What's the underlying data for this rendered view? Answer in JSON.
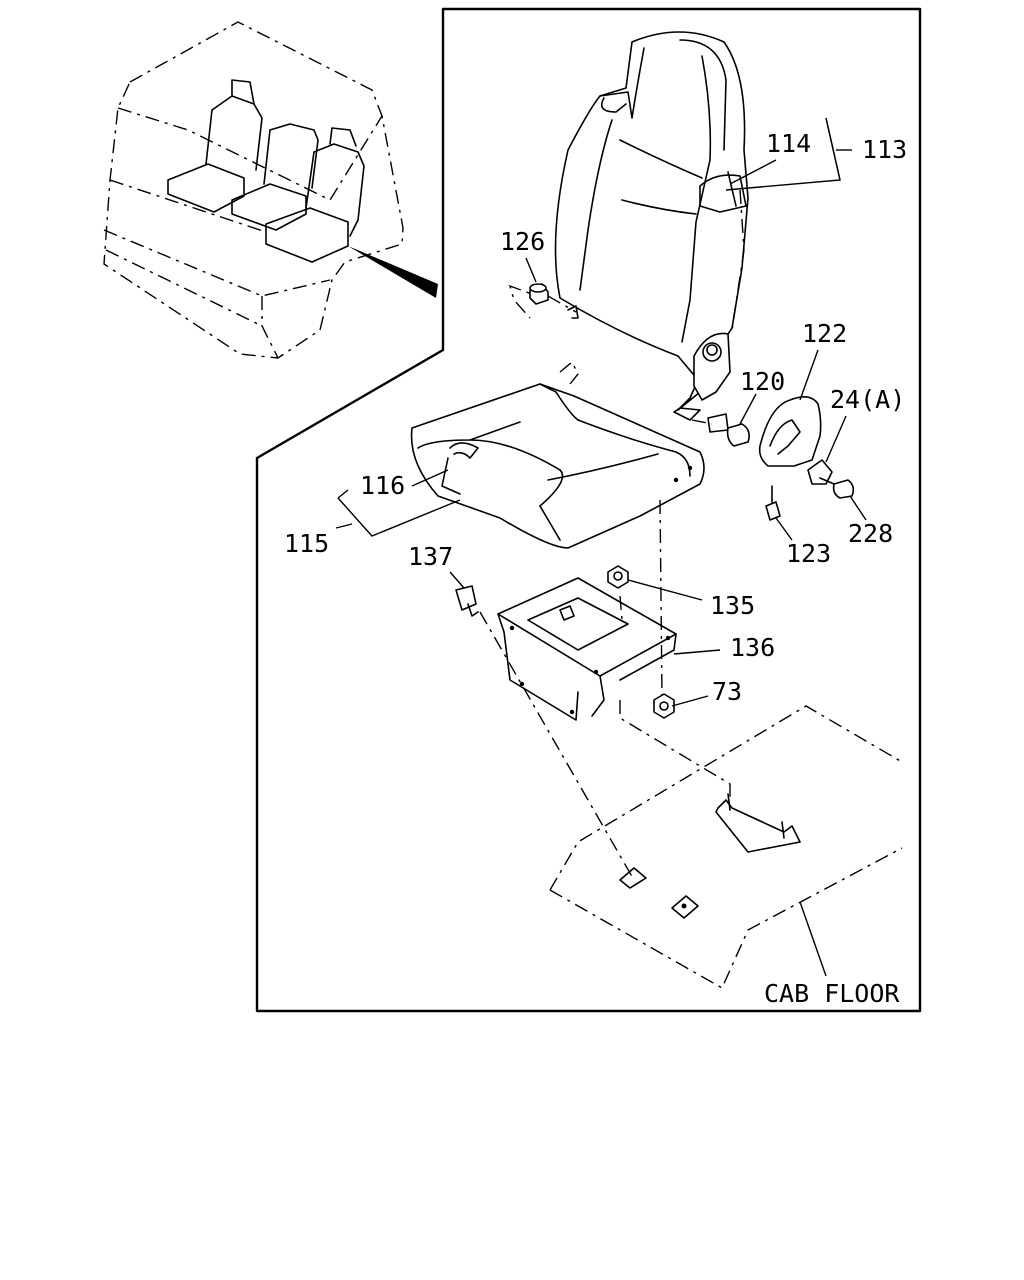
{
  "callouts": [
    {
      "id": "c113",
      "text": "113"
    },
    {
      "id": "c114",
      "text": "114"
    },
    {
      "id": "c126",
      "text": "126"
    },
    {
      "id": "c122",
      "text": "122"
    },
    {
      "id": "c120",
      "text": "120"
    },
    {
      "id": "c24a",
      "text": "24(A)"
    },
    {
      "id": "c116",
      "text": "116"
    },
    {
      "id": "c115",
      "text": "115"
    },
    {
      "id": "c228",
      "text": "228"
    },
    {
      "id": "c123",
      "text": "123"
    },
    {
      "id": "c137",
      "text": "137"
    },
    {
      "id": "c135",
      "text": "135"
    },
    {
      "id": "c136",
      "text": "136"
    },
    {
      "id": "c73",
      "text": "73"
    }
  ],
  "floor_label": "CAB FLOOR"
}
